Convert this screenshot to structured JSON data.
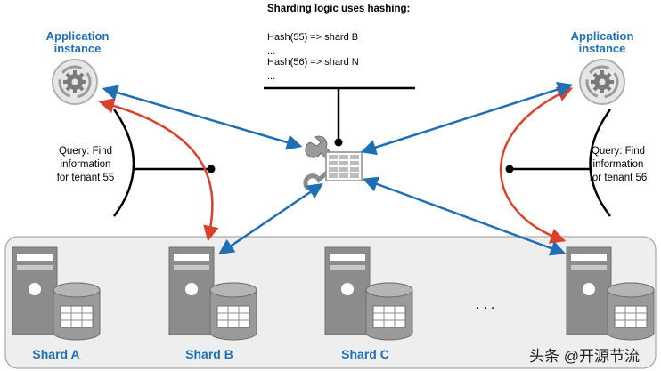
{
  "logic": {
    "title": "Sharding logic uses hashing:",
    "lines": [
      "Hash(55) => shard B",
      "...",
      "Hash(56) => shard N",
      "..."
    ]
  },
  "apps": {
    "left_title_1": "Application",
    "left_title_2": "instance",
    "right_title_1": "Application",
    "right_title_2": "instance"
  },
  "queries": {
    "left": [
      "Query: Find",
      "information",
      "for tenant 55"
    ],
    "right": [
      "Query: Find",
      "information",
      "for tenant 56"
    ]
  },
  "shards": {
    "a": "Shard A",
    "b": "Shard B",
    "c": "Shard C",
    "more": "..."
  },
  "watermark": "头条 @开源节流",
  "colors": {
    "blue_arrow": "#1f6fb5",
    "red_arrow": "#d9412a",
    "panel_bg": "#eeeeee",
    "server_gray": "#8c8c8c"
  }
}
